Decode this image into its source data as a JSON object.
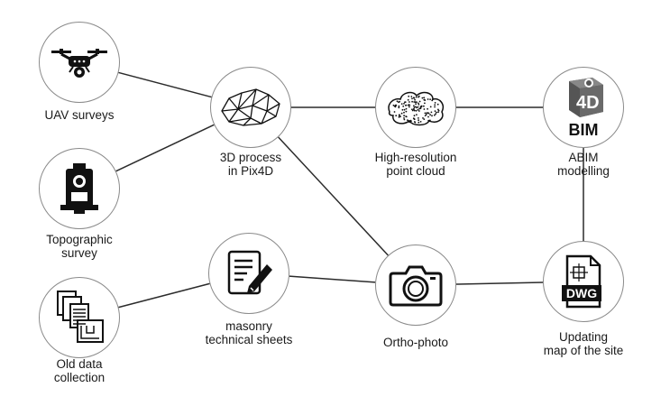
{
  "nodes": {
    "uav": {
      "label": "UAV surveys",
      "icon": "drone-icon"
    },
    "topo": {
      "label": "Topographic\nsurvey",
      "icon": "total-station-icon"
    },
    "olddata": {
      "label": "Old data\ncollection",
      "icon": "documents-icon"
    },
    "process3d": {
      "label": "3D process\nin Pix4D",
      "icon": "mesh-icon"
    },
    "masonry": {
      "label": "masonry\ntechnical sheets",
      "icon": "sheet-pen-icon"
    },
    "pointcloud": {
      "label": "High-resolution\npoint cloud",
      "icon": "point-cloud-icon"
    },
    "ortho": {
      "label": "Ortho-photo",
      "icon": "camera-icon"
    },
    "bim": {
      "label": "ABIM\nmodelling",
      "icon": "bim-4d-cube-icon",
      "icon_text_top": "4D",
      "icon_text_bottom": "BIM"
    },
    "dwg": {
      "label": "Updating\nmap of the site",
      "icon": "dwg-file-icon",
      "icon_text": "DWG"
    }
  },
  "edges": [
    [
      "uav",
      "process3d"
    ],
    [
      "topo",
      "process3d"
    ],
    [
      "process3d",
      "pointcloud"
    ],
    [
      "process3d",
      "ortho"
    ],
    [
      "pointcloud",
      "bim"
    ],
    [
      "bim",
      "dwg"
    ],
    [
      "olddata",
      "masonry"
    ],
    [
      "masonry",
      "ortho"
    ],
    [
      "ortho",
      "dwg"
    ]
  ],
  "colors": {
    "stroke": "#8a8a8a",
    "line": "#2b2b2b",
    "text": "#1a1a1a"
  }
}
